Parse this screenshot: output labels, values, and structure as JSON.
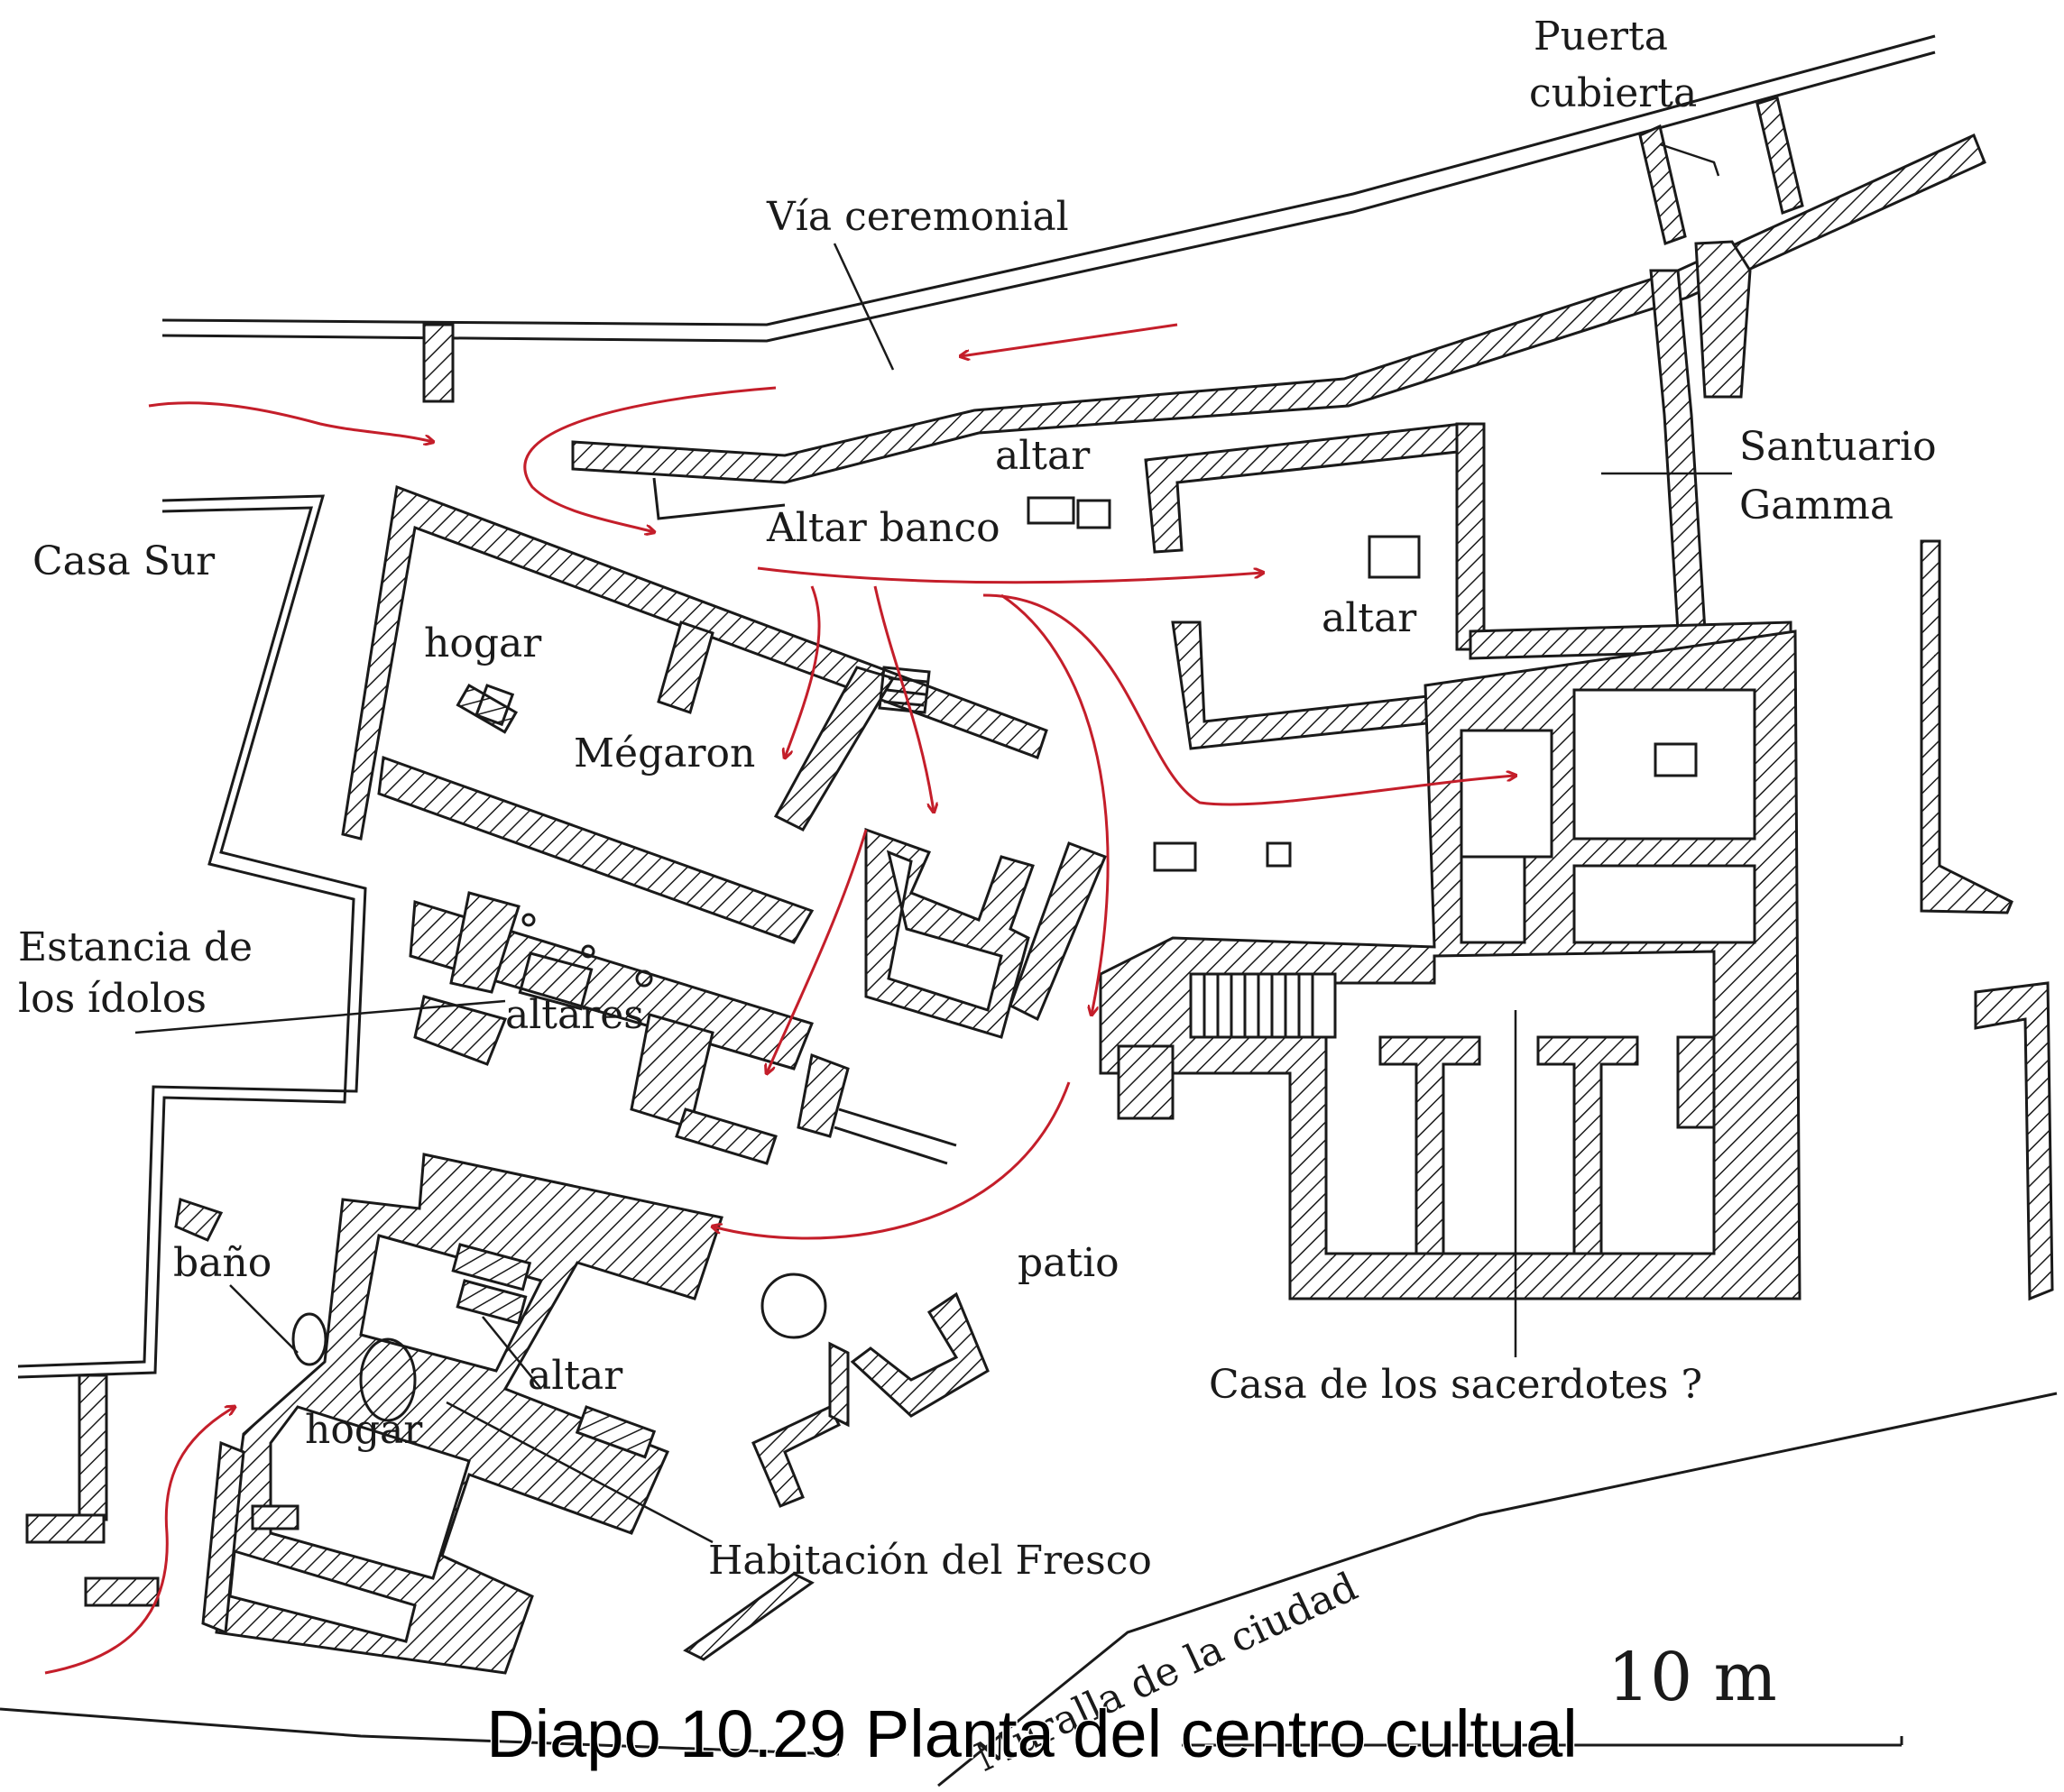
{
  "labels": {
    "puerta_cubierta_1": "Puerta",
    "puerta_cubierta_2": "cubierta",
    "via_ceremonial": "Vía ceremonial",
    "altar_top": "altar",
    "altar_banco": "Altar banco",
    "santuario_1": "Santuario",
    "santuario_2": "Gamma",
    "casa_sur": "Casa Sur",
    "hogar_top": "hogar",
    "megaron": "Mégaron",
    "altar_right": "altar",
    "estancia_1": "Estancia de",
    "estancia_2": "los ídolos",
    "altares": "altares",
    "bano": "baño",
    "patio": "patio",
    "altar_bottom": "altar",
    "hogar_bottom": "hogar",
    "casa_sacerdotes": "Casa de los sacerdotes ?",
    "habitacion_fresco": "Habitación del Fresco",
    "muralla": "Muralla de la ciudad",
    "scale": "10 m"
  },
  "caption": "Diapo 10.29 Planta del centro cultual",
  "colors": {
    "walls": "#1a1a1a",
    "arrows": "#c41e2a",
    "background": "#ffffff"
  }
}
